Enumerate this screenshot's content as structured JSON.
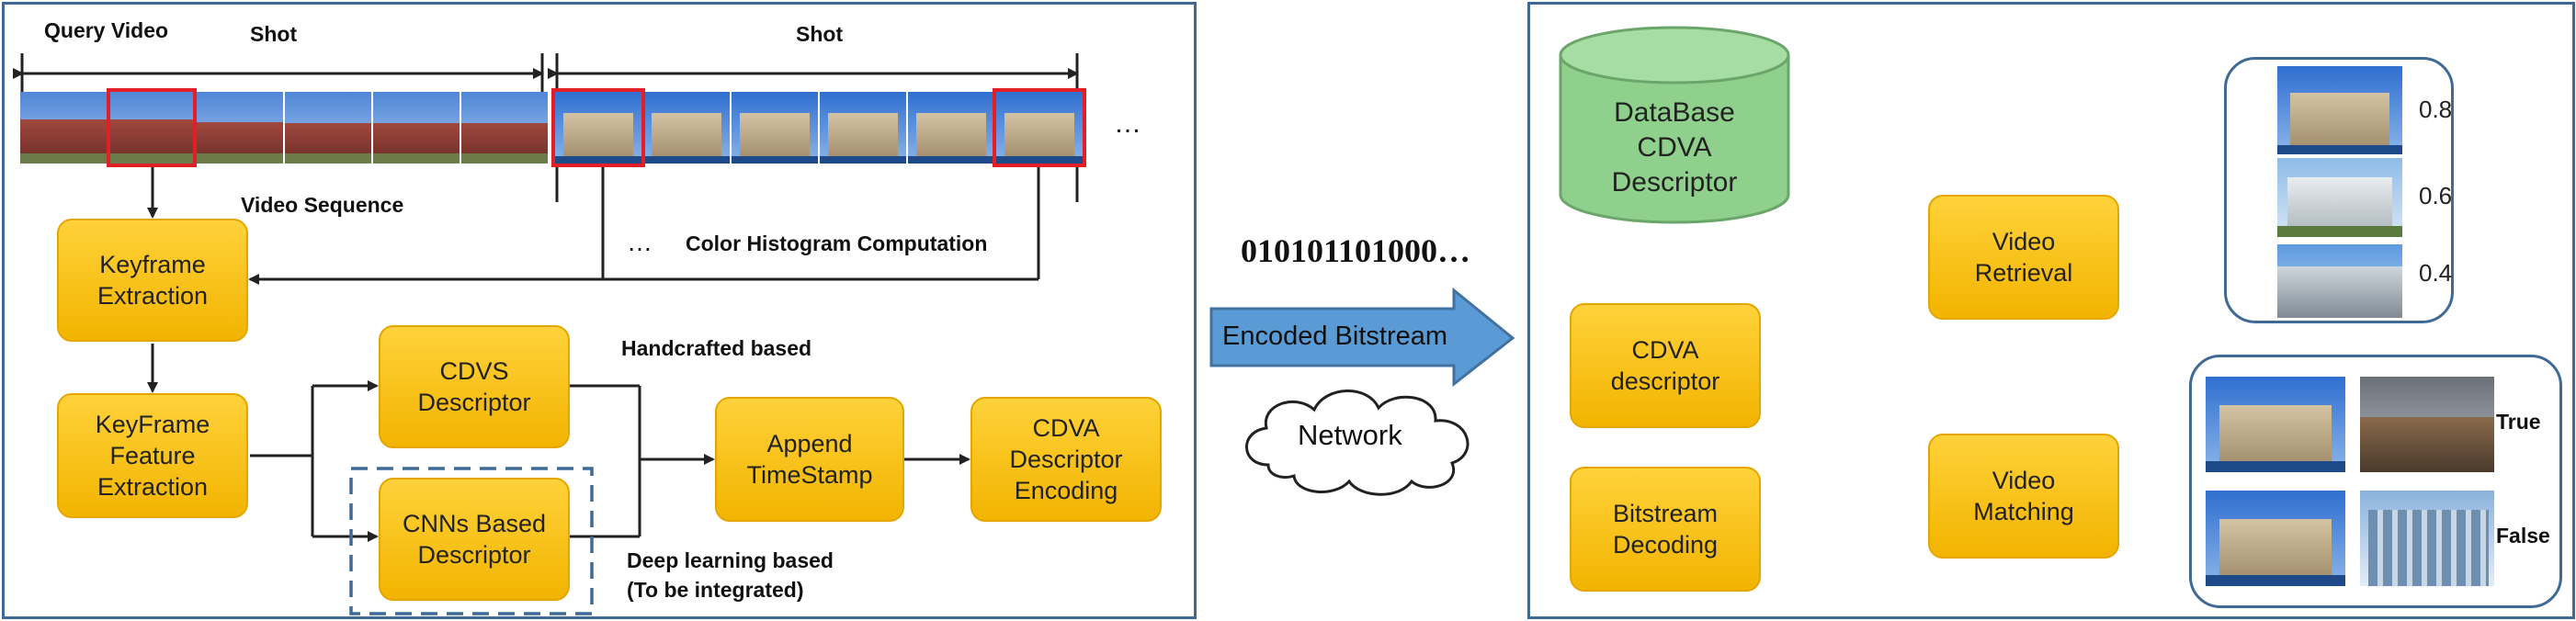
{
  "left_panel": {
    "query_video_label": "Query Video",
    "shot_label_1": "Shot",
    "shot_label_2": "Shot",
    "ellipsis_right": "…",
    "video_sequence_label": "Video Sequence",
    "ellipsis_hist": "…",
    "color_histogram_label": "Color Histogram Computation",
    "keyframe_extraction": "Keyframe\nExtraction",
    "keyframe_feature_extraction": "KeyFrame\nFeature\nExtraction",
    "cdvs_descriptor": "CDVS\nDescriptor",
    "cnns_descriptor": "CNNs Based\nDescriptor",
    "handcrafted_label": "Handcrafted based",
    "deep_learning_label": "Deep learning based\n(To be integrated)",
    "append_timestamp": "Append\nTimeStamp",
    "cdva_encoding": "CDVA\nDescriptor\nEncoding"
  },
  "middle": {
    "bitstream_text": "010101101000…",
    "encoded_bitstream": "Encoded Bitstream",
    "network": "Network"
  },
  "right_panel": {
    "database": "DataBase\nCDVA\nDescriptor",
    "cdva_descriptor": "CDVA\ndescriptor",
    "bitstream_decoding": "Bitstream\nDecoding",
    "video_retrieval": "Video\nRetrieval",
    "video_matching": "Video\nMatching",
    "scores": [
      "0.8",
      "0.6",
      "0.4"
    ],
    "match_true": "True",
    "match_false": "False"
  },
  "colors": {
    "panel_border": "#3f6a96",
    "box_fill": "#f7c21e",
    "arrow_fill": "#5b9bd5",
    "db_fill": "#8fd18c",
    "red_frame": "#e21f26"
  }
}
